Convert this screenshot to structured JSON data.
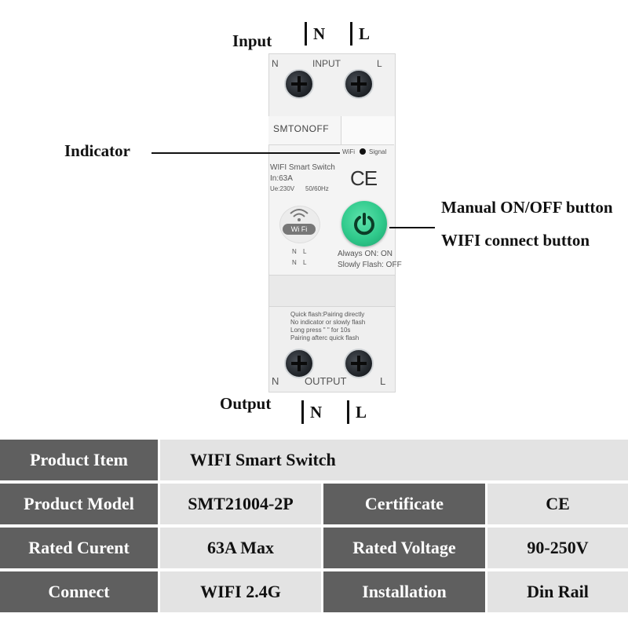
{
  "labels": {
    "input": "Input",
    "indicator": "Indicator",
    "manual_button": "Manual ON/OFF button",
    "wifi_button": "WIFI connect button",
    "output": "Output"
  },
  "terminals": {
    "n": "N",
    "l": "L"
  },
  "device": {
    "top_n": "N",
    "top_label": "INPUT",
    "top_l": "L",
    "brand": "SMTONOFF",
    "wifi_signal": "WiFi",
    "signal": "Signal",
    "spec_line1": "WIFI Smart Switch",
    "spec_line2": "In:63A",
    "spec_line3": "Ue:230V",
    "spec_line4": "50/60Hz",
    "ce": "CE",
    "wifi_pill": "Wi Fi",
    "schem_n1": "N",
    "schem_l1": "L",
    "schem_n2": "N",
    "schem_l2": "L",
    "always_on": "Always ON:  ON",
    "slowly_flash": "Slowly Flash: OFF",
    "instr1": "Quick flash:Pairing directly",
    "instr2": "No indicator or slowly flash",
    "instr3": "Long press \" \" for 10s",
    "instr4": "Pairing afterc quick flash",
    "bot_n": "N",
    "bot_label": "OUTPUT",
    "bot_l": "L"
  },
  "table": {
    "r1": {
      "h1": "Product Item",
      "v1": "WIFI Smart Switch"
    },
    "r2": {
      "h1": "Product Model",
      "v1": "SMT21004-2P",
      "h2": "Certificate",
      "v2": "CE"
    },
    "r3": {
      "h1": "Rated Curent",
      "v1": "63A Max",
      "h2": "Rated Voltage",
      "v2": "90-250V"
    },
    "r4": {
      "h1": "Connect",
      "v1": "WIFI 2.4G",
      "h2": "Installation",
      "v2": "Din Rail"
    }
  },
  "colors": {
    "header_cell": "#5f5f5f",
    "value_cell": "#e3e3e3",
    "power_button": "#2fc98b"
  },
  "icons": [
    "power-icon",
    "wifi-icon",
    "screw-icon"
  ]
}
